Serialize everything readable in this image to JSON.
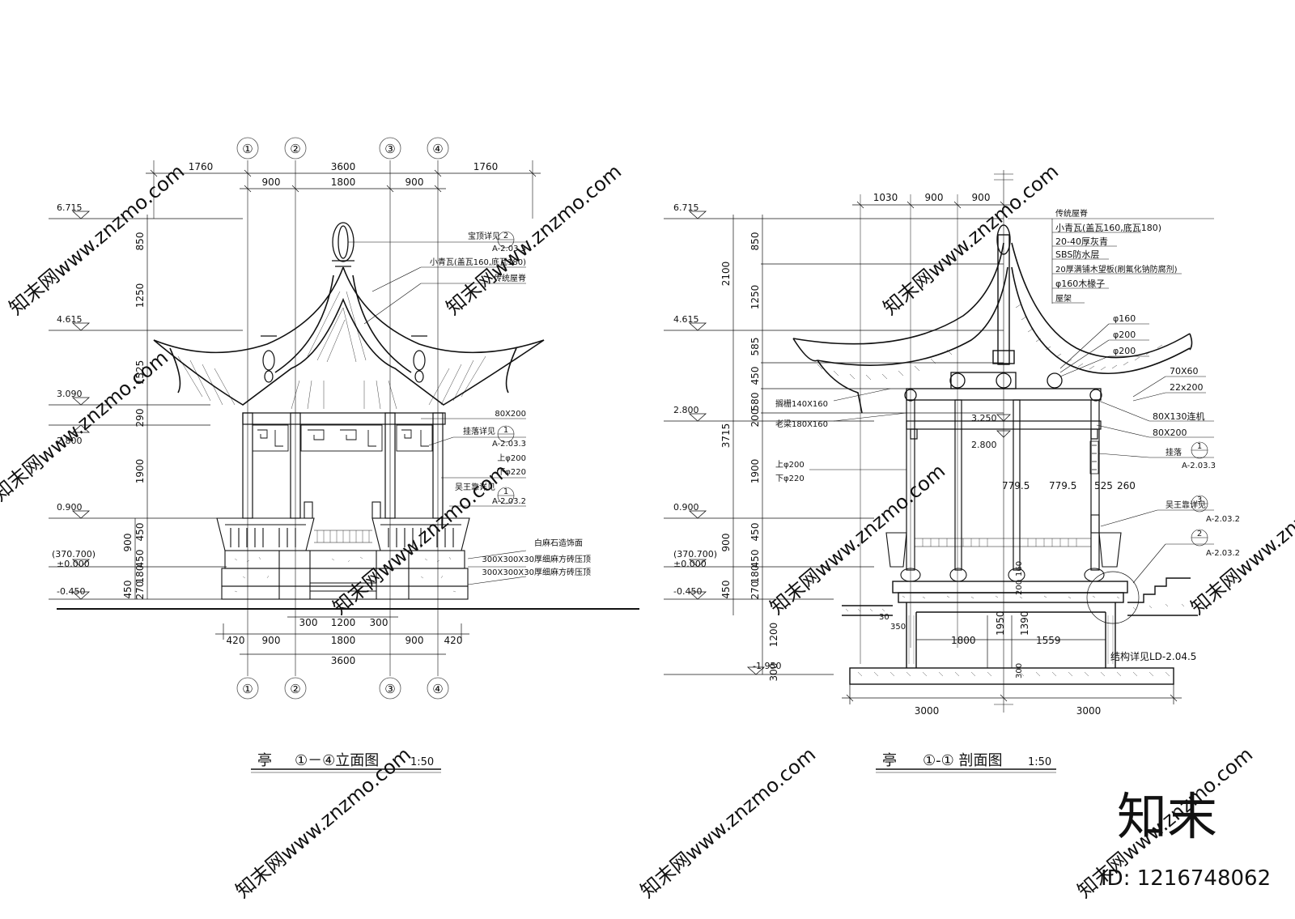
{
  "colors": {
    "ink": "#111111",
    "watermark": "#d9d9d9"
  },
  "watermark": {
    "repeat_text": "知末网www.znzmo.com",
    "brand": "知末",
    "id_label": "ID: 1216748062"
  },
  "elevation_drawing": {
    "title_prefix": "亭",
    "title_main": "①－④立面图",
    "scale": "1:50",
    "axes": [
      "①",
      "②",
      "③",
      "④"
    ],
    "top_dims_row1": [
      "1760",
      "3600",
      "1760"
    ],
    "top_dims_row2": [
      "900",
      "1800",
      "900"
    ],
    "left_dims": [
      "850",
      "1250",
      "1525",
      "290",
      "1900",
      "450",
      "450",
      "180",
      "270",
      "900",
      "450"
    ],
    "levels": [
      "6.715",
      "4.615",
      "3.090",
      "2.800",
      "0.900",
      "(370.700)",
      "±0.000",
      "-0.450"
    ],
    "bottom_dims_row1": [
      "300",
      "1200",
      "300"
    ],
    "bottom_dims_row2": [
      "420",
      "900",
      "1800",
      "900",
      "420"
    ],
    "bottom_dims_row3": [
      "3600"
    ],
    "callouts": {
      "finial": "宝顶详见",
      "finial_ref_num": "2",
      "finial_ref_sheet": "A-2.03.3",
      "tile": "小青瓦(盖瓦160,底瓦180)",
      "ridge": "传统屋脊",
      "beam": "80X200",
      "lattice": "挂落详见",
      "lattice_ref_num": "1",
      "lattice_ref_sheet": "A-2.03.3",
      "col_top": "上φ200",
      "col_bot": "下φ220",
      "bench": "吴王靠详见",
      "bench_ref_num": "1",
      "bench_ref_sheet": "A-2.03.2",
      "stone1": "白麻石造饰面",
      "stone2": "300X300X30厚细麻方砖压顶",
      "stone3": "300X300X30厚细麻方砖压顶"
    }
  },
  "section_drawing": {
    "title_prefix": "亭",
    "title_main": "①-① 剖面图",
    "scale": "1:50",
    "top_dims": [
      "1030",
      "900",
      "900"
    ],
    "left_dims": [
      "850",
      "1250",
      "585",
      "450",
      "580",
      "200",
      "1900",
      "450",
      "450",
      "180",
      "270",
      "900",
      "450",
      "2100",
      "3715",
      "1200",
      "300"
    ],
    "levels": [
      "6.715",
      "4.615",
      "2.800",
      "0.900",
      "(370.700)",
      "±0.000",
      "-0.450",
      "-1.950"
    ],
    "inner_levels": [
      "3.250",
      "2.800"
    ],
    "inner_dims": [
      "779.5",
      "779.5",
      "525",
      "260",
      "1800",
      "1950",
      "1390",
      "1559",
      "200",
      "160",
      "30",
      "350",
      "300"
    ],
    "bottom_dims": [
      "3000",
      "3000"
    ],
    "layers": [
      "传统屋脊",
      "小青瓦(盖瓦160,底瓦180)",
      "20-40厚灰青",
      "SBS防水层",
      "20厚满铺木望板(刷氟化钠防腐剂)",
      "φ160木椽子",
      "屋架"
    ],
    "members": [
      "φ160",
      "φ200",
      "φ200",
      "70X60",
      "22x200",
      "80X130连机",
      "80X200"
    ],
    "left_labels": [
      "搁栅140X160",
      "老梁180X160",
      "上φ200",
      "下φ220"
    ],
    "lattice": "挂落",
    "lattice_ref_num": "1",
    "lattice_ref_sheet": "A-2.03.3",
    "bench": "吴王靠详见",
    "bench_ref_num": "3",
    "bench_ref_sheet": "A-2.03.2",
    "detail_ref_num": "2",
    "detail_ref_sheet": "A-2.03.2",
    "structure_ref": "结构详见LD-2.04.5"
  }
}
